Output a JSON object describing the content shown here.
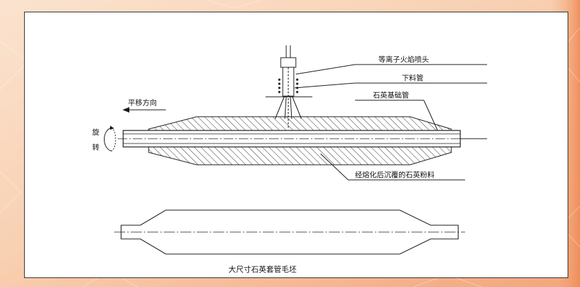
{
  "labels": {
    "plasma_torch": "等离子火焰喷头",
    "feed_tube": "下料管",
    "quartz_base_tube": "石英基础管",
    "translation_direction": "平移方向",
    "rotation_char1": "旋",
    "rotation_char2": "转",
    "vitrified_powder": "经熔化后沉覆的石英粉料",
    "caption": "大尺寸石英套管毛坯"
  },
  "colors": {
    "line": "#1a1a1a",
    "background_warm": "#f6c19a",
    "panel": "#ffffff"
  }
}
